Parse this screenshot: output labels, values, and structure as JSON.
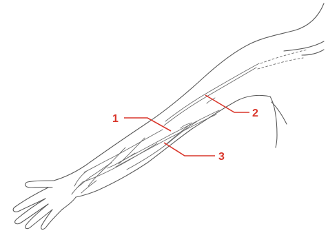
{
  "labels": [
    {
      "id": "1",
      "text": "1"
    },
    {
      "id": "2",
      "text": "2"
    },
    {
      "id": "3",
      "text": "3"
    }
  ],
  "colors": {
    "leader": "#d9352a",
    "outline": "#5a5a5a",
    "background": "#ffffff"
  }
}
